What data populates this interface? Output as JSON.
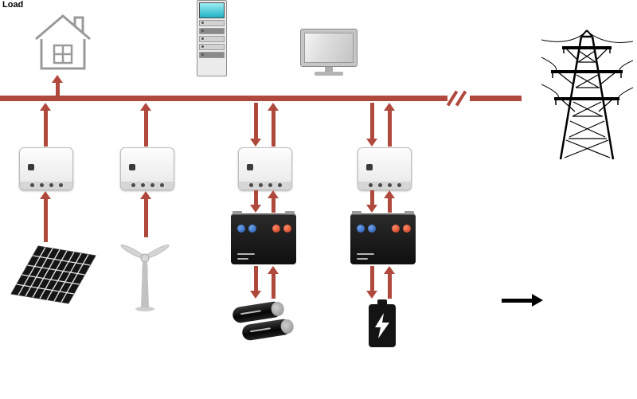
{
  "diagram": {
    "title": "Microgrid energy system single-line diagram",
    "top_left_label": "Load",
    "components": [
      {
        "name": "house-load-icon",
        "meaning": "residential load"
      },
      {
        "name": "monitoring-cabinet-icon",
        "meaning": "EMS / monitoring cabinet"
      },
      {
        "name": "monitor-icon",
        "meaning": "management computer display"
      },
      {
        "name": "transmission-tower-icon",
        "meaning": "utility grid"
      },
      {
        "name": "ac-bus",
        "meaning": "AC bus with break mark"
      },
      {
        "name": "pv-inverter",
        "meaning": "solar inverter"
      },
      {
        "name": "wind-inverter",
        "meaning": "wind inverter"
      },
      {
        "name": "ess-inverter-1",
        "meaning": "bidirectional storage inverter"
      },
      {
        "name": "ess-inverter-2",
        "meaning": "bidirectional storage inverter"
      },
      {
        "name": "solar-array-icon",
        "meaning": "photovoltaic array"
      },
      {
        "name": "wind-turbine-icon",
        "meaning": "wind turbine"
      },
      {
        "name": "battery-converter-1",
        "meaning": "storage converter / battery rack"
      },
      {
        "name": "battery-converter-2",
        "meaning": "storage converter / battery rack"
      },
      {
        "name": "supercapacitor-icon",
        "meaning": "supercapacitor bank"
      },
      {
        "name": "battery-cell-icon",
        "meaning": "battery"
      },
      {
        "name": "flow-arrow-legend",
        "meaning": "power flow direction arrow"
      }
    ],
    "arrows": {
      "unidirectional_up": [
        "bus-to-house",
        "pv-inverter-to-bus",
        "wind-inverter-to-bus",
        "solar-to-inverter",
        "wind-to-inverter"
      ],
      "bidirectional_pairs": [
        "bus-ess-inverter-1",
        "bus-ess-inverter-2",
        "ess-inverter-1-converter-1",
        "ess-inverter-2-converter-2",
        "converter-1-supercapacitors",
        "converter-2-battery"
      ]
    }
  },
  "colors": {
    "bg": "#ffffff",
    "bus": "#b0493d",
    "arrow": "#b0493d",
    "blue": "#1f55b0",
    "redc": "#c23318",
    "gray": "#9a9a9a"
  }
}
